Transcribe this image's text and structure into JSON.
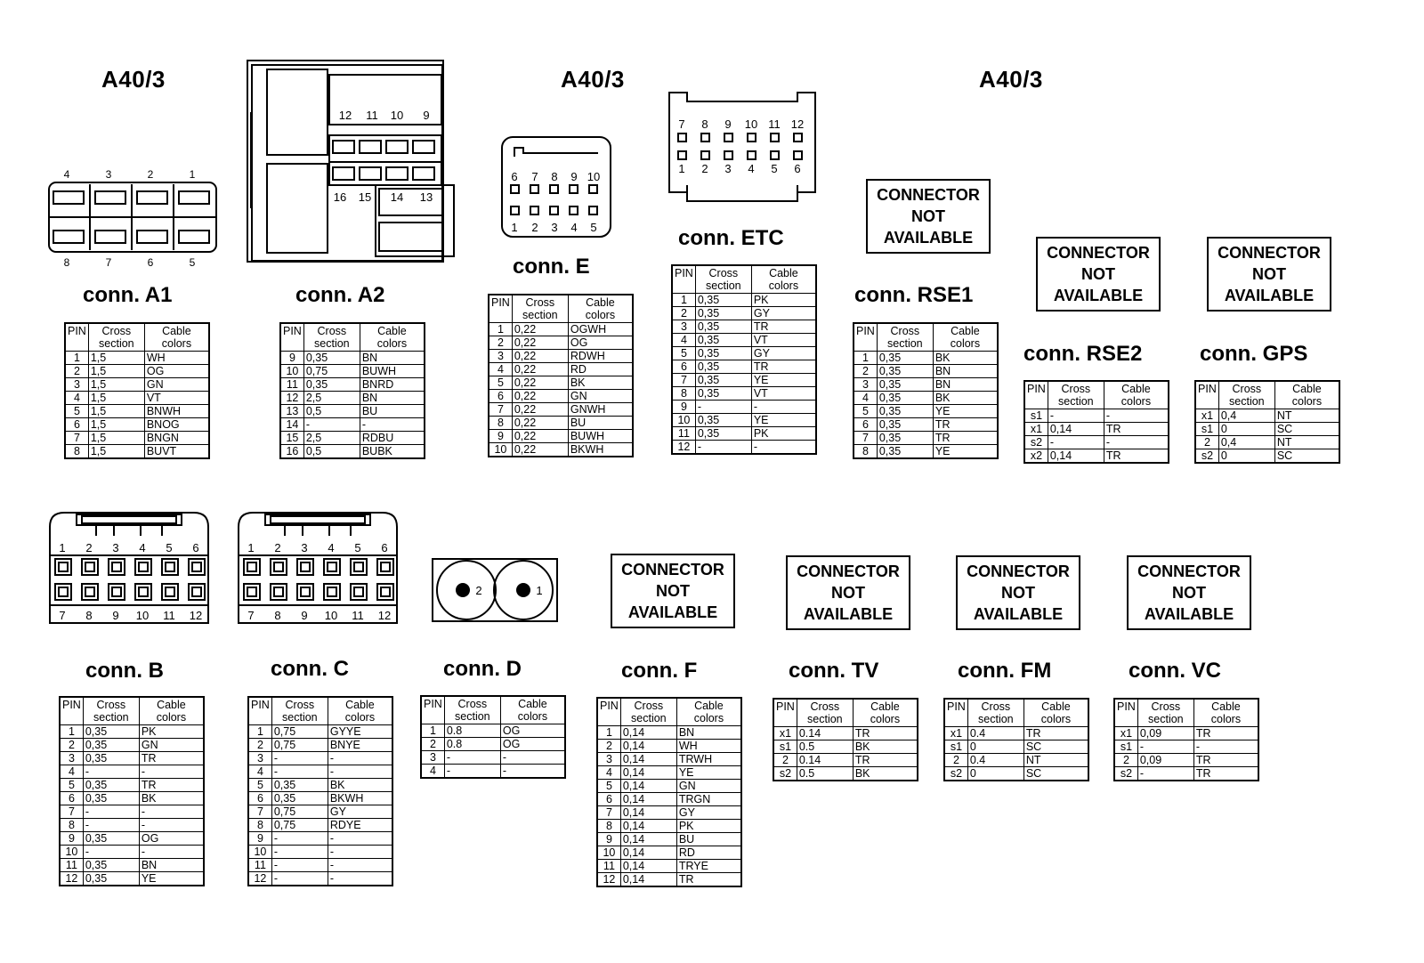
{
  "headings": [
    "A40/3",
    "A40/3",
    "A40/3"
  ],
  "table_header": {
    "pin": "PIN",
    "cross": "Cross section",
    "colors": "Cable colors"
  },
  "not_available_label": [
    "CONNECTOR",
    "NOT",
    "AVAILABLE"
  ],
  "connectors": {
    "a1": {
      "title": "conn. A1",
      "rows": [
        [
          "1",
          "1,5",
          "WH"
        ],
        [
          "2",
          "1,5",
          "OG"
        ],
        [
          "3",
          "1,5",
          "GN"
        ],
        [
          "4",
          "1,5",
          "VT"
        ],
        [
          "5",
          "1,5",
          "BNWH"
        ],
        [
          "6",
          "1,5",
          "BNOG"
        ],
        [
          "7",
          "1,5",
          "BNGN"
        ],
        [
          "8",
          "1,5",
          "BUVT"
        ]
      ]
    },
    "a2": {
      "title": "conn. A2",
      "rows": [
        [
          "9",
          "0,35",
          "BN"
        ],
        [
          "10",
          "0,75",
          "BUWH"
        ],
        [
          "11",
          "0,35",
          "BNRD"
        ],
        [
          "12",
          "2,5",
          "BN"
        ],
        [
          "13",
          "0,5",
          "BU"
        ],
        [
          "14",
          "-",
          "-"
        ],
        [
          "15",
          "2,5",
          "RDBU"
        ],
        [
          "16",
          "0,5",
          "BUBK"
        ]
      ]
    },
    "e": {
      "title": "conn. E",
      "rows": [
        [
          "1",
          "0,22",
          "OGWH"
        ],
        [
          "2",
          "0,22",
          "OG"
        ],
        [
          "3",
          "0,22",
          "RDWH"
        ],
        [
          "4",
          "0,22",
          "RD"
        ],
        [
          "5",
          "0,22",
          "BK"
        ],
        [
          "6",
          "0,22",
          "GN"
        ],
        [
          "7",
          "0,22",
          "GNWH"
        ],
        [
          "8",
          "0,22",
          "BU"
        ],
        [
          "9",
          "0,22",
          "BUWH"
        ],
        [
          "10",
          "0,22",
          "BKWH"
        ]
      ]
    },
    "etc": {
      "title": "conn. ETC",
      "rows": [
        [
          "1",
          "0,35",
          "PK"
        ],
        [
          "2",
          "0,35",
          "GY"
        ],
        [
          "3",
          "0,35",
          "TR"
        ],
        [
          "4",
          "0,35",
          "VT"
        ],
        [
          "5",
          "0,35",
          "GY"
        ],
        [
          "6",
          "0,35",
          "TR"
        ],
        [
          "7",
          "0,35",
          "YE"
        ],
        [
          "8",
          "0,35",
          "VT"
        ],
        [
          "9",
          "-",
          "-"
        ],
        [
          "10",
          "0,35",
          "YE"
        ],
        [
          "11",
          "0,35",
          "PK"
        ],
        [
          "12",
          "-",
          "-"
        ]
      ]
    },
    "rse1": {
      "title": "conn. RSE1",
      "rows": [
        [
          "1",
          "0,35",
          "BK"
        ],
        [
          "2",
          "0,35",
          "BN"
        ],
        [
          "3",
          "0,35",
          "BN"
        ],
        [
          "4",
          "0,35",
          "BK"
        ],
        [
          "5",
          "0,35",
          "YE"
        ],
        [
          "6",
          "0,35",
          "TR"
        ],
        [
          "7",
          "0,35",
          "TR"
        ],
        [
          "8",
          "0,35",
          "YE"
        ]
      ]
    },
    "rse2": {
      "title": "conn. RSE2",
      "rows": [
        [
          "s1",
          "-",
          "-"
        ],
        [
          "x1",
          "0,14",
          "TR"
        ],
        [
          "s2",
          "-",
          "-"
        ],
        [
          "x2",
          "0,14",
          "TR"
        ]
      ]
    },
    "gps": {
      "title": "conn. GPS",
      "rows": [
        [
          "x1",
          "0,4",
          "NT"
        ],
        [
          "s1",
          "0",
          "SC"
        ],
        [
          "2",
          "0,4",
          "NT"
        ],
        [
          "s2",
          "0",
          "SC"
        ]
      ]
    },
    "b": {
      "title": "conn. B",
      "rows": [
        [
          "1",
          "0,35",
          "PK"
        ],
        [
          "2",
          "0,35",
          "GN"
        ],
        [
          "3",
          "0,35",
          "TR"
        ],
        [
          "4",
          "-",
          "-"
        ],
        [
          "5",
          "0,35",
          "TR"
        ],
        [
          "6",
          "0,35",
          "BK"
        ],
        [
          "7",
          "-",
          "-"
        ],
        [
          "8",
          "-",
          "-"
        ],
        [
          "9",
          "0,35",
          "OG"
        ],
        [
          "10",
          "-",
          "-"
        ],
        [
          "11",
          "0,35",
          "BN"
        ],
        [
          "12",
          "0,35",
          "YE"
        ]
      ]
    },
    "c": {
      "title": "conn. C",
      "rows": [
        [
          "1",
          "0,75",
          "GYYE"
        ],
        [
          "2",
          "0,75",
          "BNYE"
        ],
        [
          "3",
          "-",
          "-"
        ],
        [
          "4",
          "-",
          "-"
        ],
        [
          "5",
          "0,35",
          "BK"
        ],
        [
          "6",
          "0,35",
          "BKWH"
        ],
        [
          "7",
          "0,75",
          "GY"
        ],
        [
          "8",
          "0,75",
          "RDYE"
        ],
        [
          "9",
          "-",
          "-"
        ],
        [
          "10",
          "-",
          "-"
        ],
        [
          "11",
          "-",
          "-"
        ],
        [
          "12",
          "-",
          "-"
        ]
      ]
    },
    "d": {
      "title": "conn. D",
      "rows": [
        [
          "1",
          "0.8",
          "OG"
        ],
        [
          "2",
          "0.8",
          "OG"
        ],
        [
          "3",
          "-",
          "-"
        ],
        [
          "4",
          "-",
          "-"
        ]
      ]
    },
    "f": {
      "title": "conn. F",
      "rows": [
        [
          "1",
          "0,14",
          "BN"
        ],
        [
          "2",
          "0,14",
          "WH"
        ],
        [
          "3",
          "0,14",
          "TRWH"
        ],
        [
          "4",
          "0,14",
          "YE"
        ],
        [
          "5",
          "0,14",
          "GN"
        ],
        [
          "6",
          "0,14",
          "TRGN"
        ],
        [
          "7",
          "0,14",
          "GY"
        ],
        [
          "8",
          "0,14",
          "PK"
        ],
        [
          "9",
          "0,14",
          "BU"
        ],
        [
          "10",
          "0,14",
          "RD"
        ],
        [
          "11",
          "0,14",
          "TRYE"
        ],
        [
          "12",
          "0,14",
          "TR"
        ]
      ]
    },
    "tv": {
      "title": "conn. TV",
      "rows": [
        [
          "x1",
          "0.14",
          "TR"
        ],
        [
          "s1",
          "0.5",
          "BK"
        ],
        [
          "2",
          "0.14",
          "TR"
        ],
        [
          "s2",
          "0.5",
          "BK"
        ]
      ]
    },
    "fm": {
      "title": "conn. FM",
      "rows": [
        [
          "x1",
          "0.4",
          "TR"
        ],
        [
          "s1",
          "0",
          "SC"
        ],
        [
          "2",
          "0.4",
          "NT"
        ],
        [
          "s2",
          "0",
          "SC"
        ]
      ]
    },
    "vc": {
      "title": "conn. VC",
      "rows": [
        [
          "x1",
          "0,09",
          "TR"
        ],
        [
          "s1",
          "-",
          "-"
        ],
        [
          "2",
          "0,09",
          "TR"
        ],
        [
          "s2",
          "-",
          "TR"
        ]
      ]
    }
  },
  "pin_labels": {
    "a1_top": [
      "4",
      "3",
      "2",
      "1"
    ],
    "a1_bottom": [
      "8",
      "7",
      "6",
      "5"
    ],
    "a2_top": [
      "12",
      "11",
      "10",
      "9"
    ],
    "a2_bottom": [
      "16",
      "15",
      "14",
      "13"
    ],
    "e_top": [
      "6",
      "7",
      "8",
      "9",
      "10"
    ],
    "e_bottom": [
      "1",
      "2",
      "3",
      "4",
      "5"
    ],
    "etc_top": [
      "7",
      "8",
      "9",
      "10",
      "11",
      "12"
    ],
    "etc_bottom": [
      "1",
      "2",
      "3",
      "4",
      "5",
      "6"
    ],
    "b_top": [
      "1",
      "2",
      "3",
      "4",
      "5",
      "6"
    ],
    "b_bottom": [
      "7",
      "8",
      "9",
      "10",
      "11",
      "12"
    ],
    "d": [
      "2",
      "1"
    ]
  }
}
